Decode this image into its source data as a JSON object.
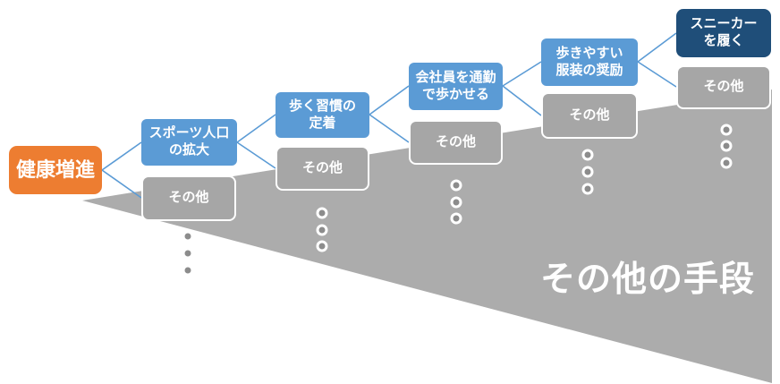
{
  "diagram": {
    "root_label": "健康増進",
    "levels": [
      {
        "main": "スポーツ人口\nの拡大",
        "other": "その他"
      },
      {
        "main": "歩く習慣の\n定着",
        "other": "その他"
      },
      {
        "main": "会社員を通勤\nで歩かせる",
        "other": "その他"
      },
      {
        "main": "歩きやすい\n服装の奨励",
        "other": "その他"
      },
      {
        "main": "スニーカー\nを履く",
        "other": "その他"
      }
    ],
    "wedge_label": "その他の手段",
    "colors": {
      "root": "#ED7D31",
      "main": "#5B9BD5",
      "final": "#1F4E79",
      "other_box": "#A6A6A6",
      "wedge": "#ACACAC",
      "connector": "#5B9BD5",
      "dot": "#8C8C8C",
      "text": "#FFFFFF"
    }
  }
}
